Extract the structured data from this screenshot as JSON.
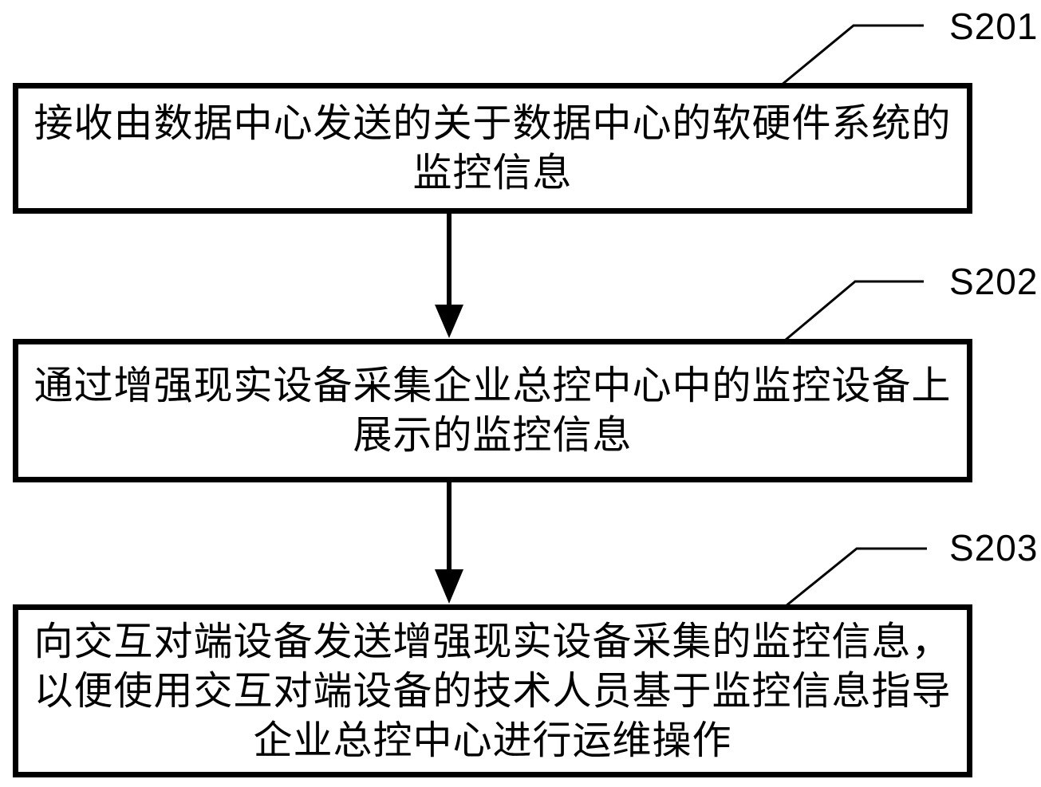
{
  "flowchart": {
    "figure_type": "patent-flowchart",
    "colors": {
      "background": "#ffffff",
      "line": "#000000",
      "text": "#000000"
    },
    "steps": [
      {
        "label": "S201",
        "lines": [
          "接收由数据中心发送的关于数据中心的软硬件系统的",
          "监控信息"
        ]
      },
      {
        "label": "S202",
        "lines": [
          "通过增强现实设备采集企业总控中心中的监控设备上",
          "展示的监控信息"
        ]
      },
      {
        "label": "S203",
        "lines": [
          "向交互对端设备发送增强现实设备采集的监控信息，",
          "以便使用交互对端设备的技术人员基于监控信息指导",
          "企业总控中心进行运维操作"
        ]
      }
    ],
    "connections": [
      {
        "from": "S201",
        "to": "S202",
        "type": "arrow-down"
      },
      {
        "from": "S202",
        "to": "S203",
        "type": "arrow-down"
      }
    ]
  }
}
